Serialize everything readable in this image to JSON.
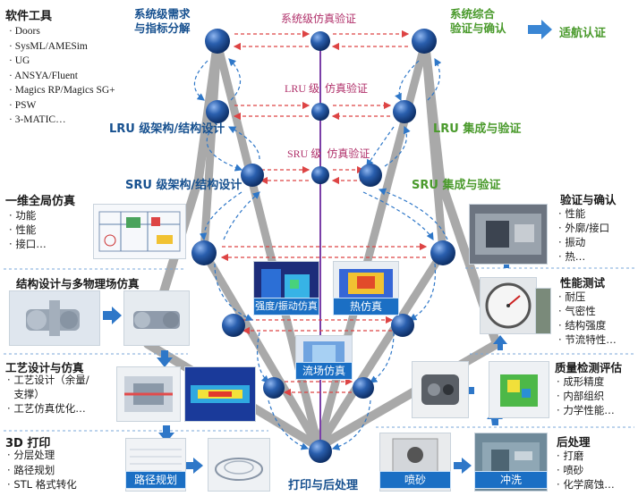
{
  "left": {
    "software_tools": {
      "title": "软件工具",
      "items": [
        "Doors",
        "SysML/AMESim",
        "UG",
        "ANSYA/Fluent",
        "Magics RP/Magics SG+",
        "PSW",
        "3-MATIC…"
      ]
    },
    "global_sim": {
      "title": "一维全局仿真",
      "items": [
        "功能",
        "性能",
        "接口…"
      ]
    },
    "struct_sim": {
      "title": "结构设计与多物理场仿真"
    },
    "process_sim": {
      "title": "工艺设计与仿真",
      "items": [
        "工艺设计（余量/",
        "支撑）",
        "工艺仿真优化…"
      ]
    },
    "print3d": {
      "title": "3D 打印",
      "items": [
        "分层处理",
        "路径规划",
        "STL 格式转化"
      ]
    }
  },
  "right": {
    "verify": {
      "title": "验证与确认",
      "items": [
        "性能",
        "外廓/接口",
        "振动",
        "热…"
      ]
    },
    "perf_test": {
      "title": "性能测试",
      "items": [
        "耐压",
        "气密性",
        "结构强度",
        "节流特性…"
      ]
    },
    "quality": {
      "title": "质量检测评估",
      "items": [
        "成形精度",
        "内部组织",
        "力学性能…"
      ]
    },
    "post": {
      "title": "后处理",
      "items": [
        "打磨",
        "喷砂",
        "化学腐蚀…"
      ]
    }
  },
  "v": {
    "sys_req": "系统级需求\n与指标分解",
    "sys_sim": "系统级仿真验证",
    "sys_int": "系统综合\n验证与确认",
    "airworthy": "适航认证",
    "lru_arch": "LRU 级架构/结构设计",
    "lru_sim": "LRU 级  仿真验证",
    "lru_int": "LRU 集成与验证",
    "sru_arch": "SRU 级架构/结构设计",
    "sru_sim": "SRU 级  仿真验证",
    "sru_int": "SRU 集成与验证",
    "print_post": "打印与后处理"
  },
  "tags": {
    "strength": "强度/振动仿真",
    "thermal": "热仿真",
    "flow": "流场仿真",
    "path": "路径规划",
    "sandblast": "喷砂",
    "wash": "冲洗"
  },
  "colors": {
    "navy": "#16508f",
    "green": "#4a9a2c",
    "pink": "#b0306a",
    "ball": "#1f4f9a",
    "beam": "#a6a6a6",
    "tag": "#1b6fc4",
    "arrow": "#2e77c8"
  }
}
